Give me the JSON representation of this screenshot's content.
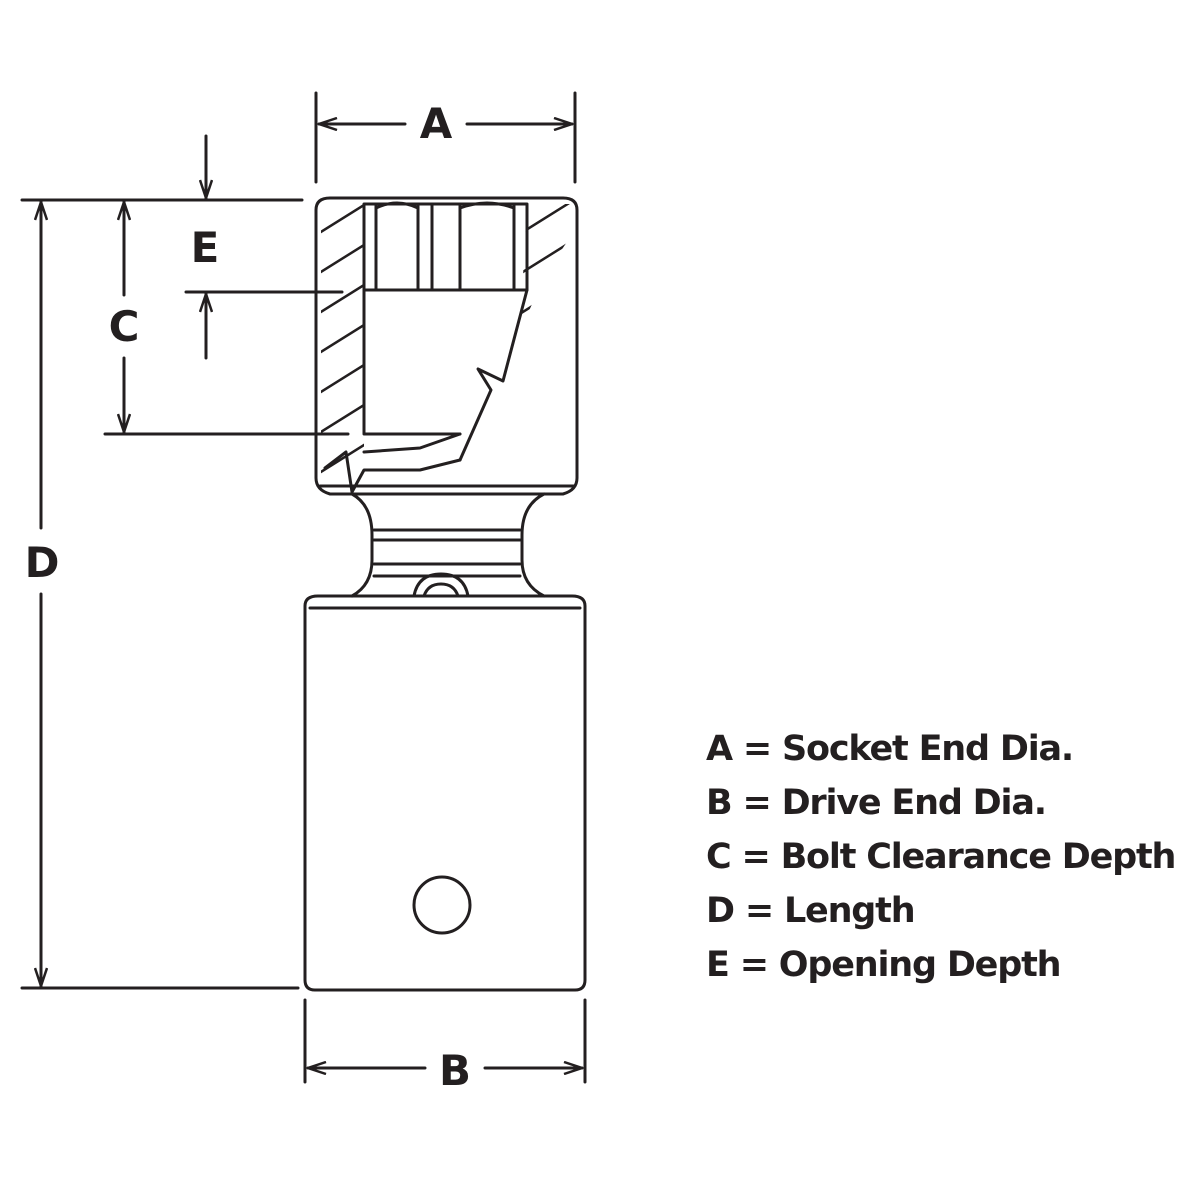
{
  "dimension_labels": {
    "a": "A",
    "b": "B",
    "c": "C",
    "d": "D",
    "e": "E"
  },
  "legend": [
    "A = Socket End Dia.",
    "B = Drive End Dia.",
    "C = Bolt Clearance Depth",
    "D = Length",
    "E = Opening Depth"
  ],
  "colors": {
    "line": "#231f20",
    "background": "#ffffff"
  }
}
